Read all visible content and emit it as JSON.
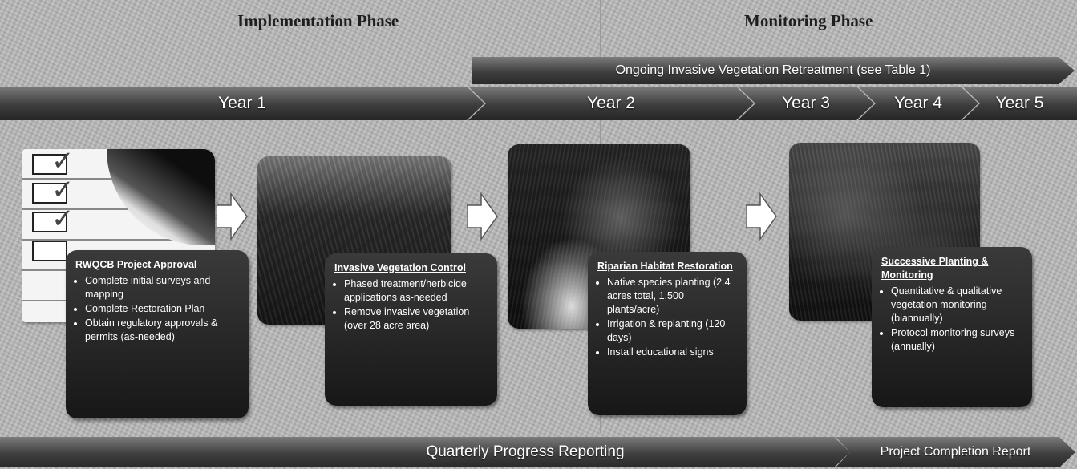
{
  "phases": {
    "implementation": "Implementation Phase",
    "monitoring": "Monitoring Phase"
  },
  "retreatment_band": "Ongoing Invasive Vegetation Retreatment (see Table 1)",
  "years": [
    "Year 1",
    "Year 2",
    "Year 3",
    "Year 4",
    "Year 5"
  ],
  "steps": [
    {
      "title": "RWQCB Project Approval",
      "bullets": [
        "Complete initial surveys and mapping",
        "Complete Restoration Plan",
        "Obtain regulatory approvals & permits (as-needed)"
      ]
    },
    {
      "title": "Invasive Vegetation Control",
      "bullets": [
        "Phased treatment/herbicide applications as-needed",
        "Remove invasive vegetation (over 28 acre area)"
      ]
    },
    {
      "title": "Riparian Habitat Restoration",
      "bullets": [
        "Native species planting (2.4 acres total, 1,500 plants/acre)",
        "Irrigation & replanting (120 days)",
        "Install educational signs"
      ]
    },
    {
      "title": "Successive Planting & Monitoring",
      "bullets": [
        "Quantitative & qualitative vegetation monitoring (biannually)",
        "Protocol monitoring surveys (annually)"
      ]
    }
  ],
  "bottom": {
    "reporting": "Quarterly Progress Reporting",
    "completion": "Project Completion Report"
  }
}
